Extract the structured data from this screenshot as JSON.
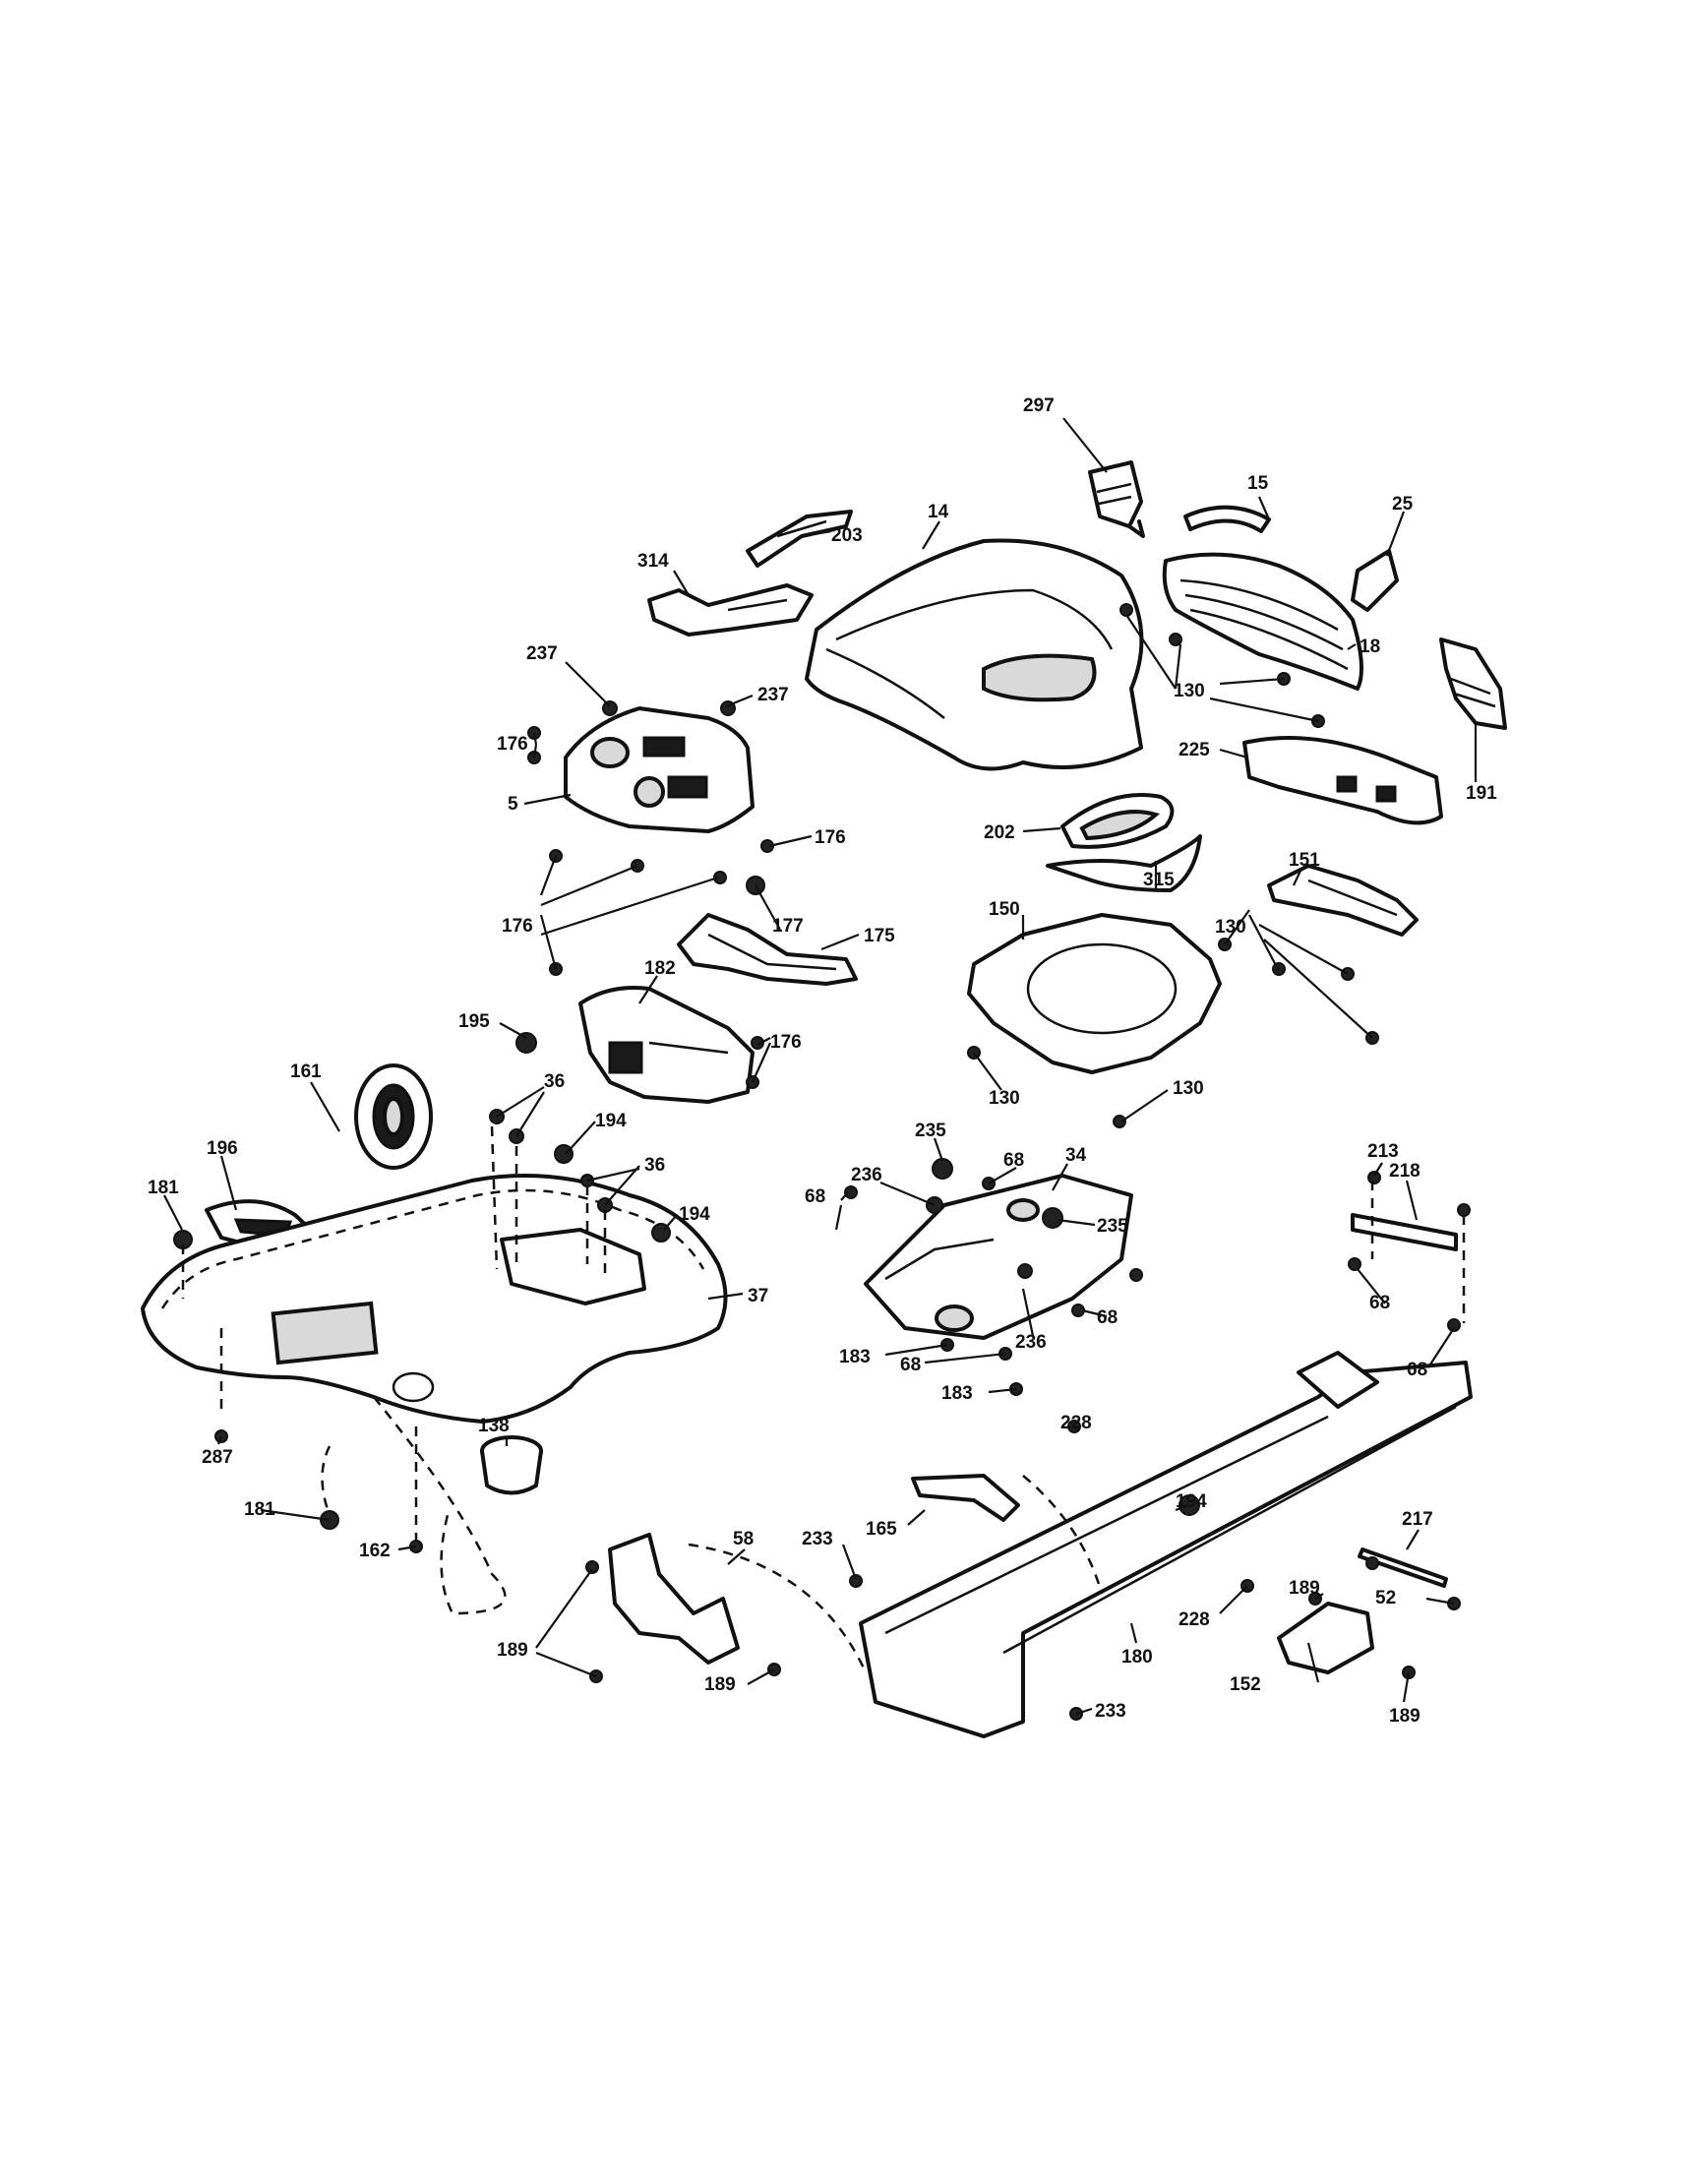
{
  "callouts": {
    "c297": "297",
    "c15": "15",
    "c25": "25",
    "c14": "14",
    "c203": "203",
    "c314": "314",
    "c18": "18",
    "c130a": "130",
    "c191": "191",
    "c225": "225",
    "c237a": "237",
    "c237b": "237",
    "c176a": "176",
    "c5": "5",
    "c176b": "176",
    "c202": "202",
    "c315": "315",
    "c151": "151",
    "c130b": "130",
    "c176c": "176",
    "c177": "177",
    "c175": "175",
    "c150": "150",
    "c182": "182",
    "c195": "195",
    "c176d": "176",
    "c130c": "130",
    "c130d": "130",
    "c161": "161",
    "c36a": "36",
    "c194a": "194",
    "c36b": "36",
    "c196": "196",
    "c181a": "181",
    "c194b": "194",
    "c37": "37",
    "c235a": "235",
    "c236a": "236",
    "c68a": "68",
    "c34": "34",
    "c68b": "68",
    "c235b": "235",
    "c68c": "68",
    "c236b": "236",
    "c183a": "183",
    "c68d": "68",
    "c183b": "183",
    "c213": "213",
    "c218": "218",
    "c68e": "68",
    "c68f": "68",
    "c287": "287",
    "c138": "138",
    "c181b": "181",
    "c162": "162",
    "c228a": "228",
    "c165": "165",
    "c194c": "194",
    "c217": "217",
    "c233a": "233",
    "c58": "58",
    "c189a": "189",
    "c52": "52",
    "c189b": "189",
    "c189c": "189",
    "c228b": "228",
    "c180": "180",
    "c233b": "233",
    "c152": "152",
    "c189d": "189"
  }
}
